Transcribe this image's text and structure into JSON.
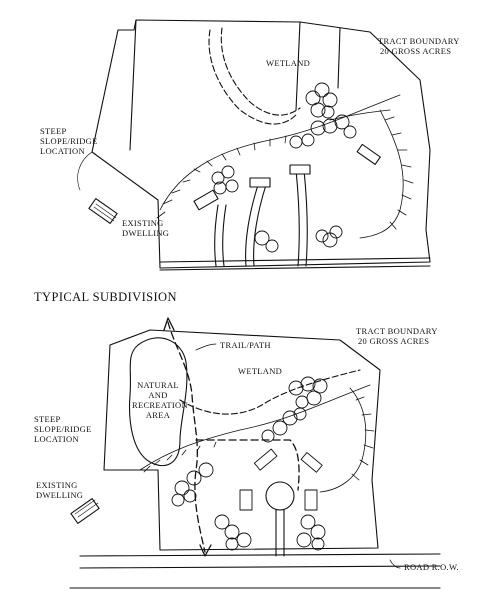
{
  "top_plan": {
    "tract_line1": "TRACT BOUNDARY",
    "tract_line2": "20 GROSS ACRES",
    "wetland": "WETLAND",
    "slope_line1": "STEEP",
    "slope_line2": "SLOPE/RIDGE",
    "slope_line3": "LOCATION",
    "dwelling_line1": "EXISTING",
    "dwelling_line2": "DWELLING"
  },
  "section_heading": "TYPICAL SUBDIVISION",
  "bottom_plan": {
    "tract_line1": "TRACT BOUNDARY",
    "tract_line2": "20 GROSS ACRES",
    "trail": "TRAIL/PATH",
    "wetland": "WETLAND",
    "natural_line1": "NATURAL",
    "natural_line2": "AND",
    "natural_line3": "RECREATION",
    "natural_line4": "AREA",
    "slope_line1": "STEEP",
    "slope_line2": "SLOPE/RIDGE",
    "slope_line3": "LOCATION",
    "dwelling_line1": "EXISTING",
    "dwelling_line2": "DWELLING",
    "road": "ROAD R.O.W."
  }
}
